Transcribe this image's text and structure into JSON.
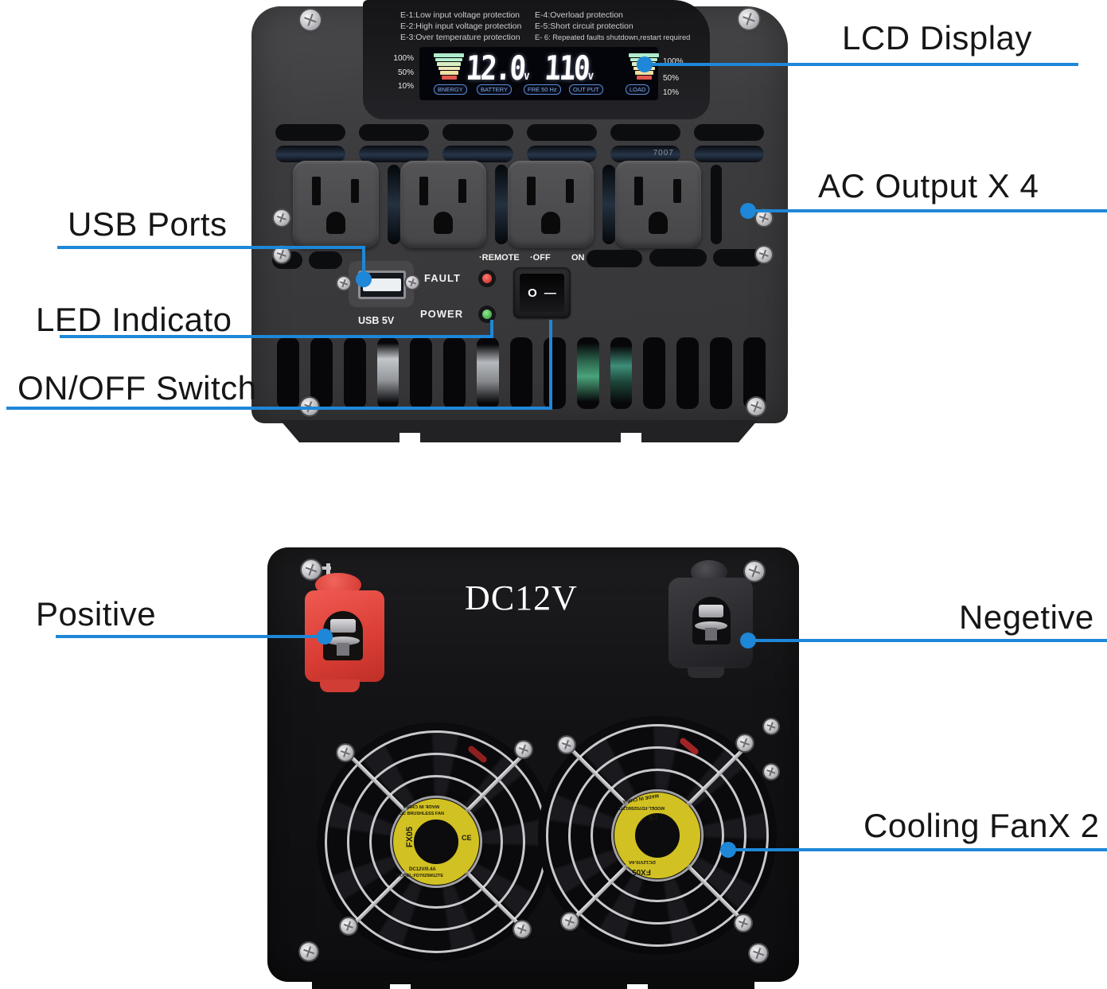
{
  "callouts": {
    "lcd": "LCD Display",
    "ac": "AC Output X 4",
    "usb": "USB Ports",
    "led": "LED Indicato",
    "switch": "ON/OFF Switch",
    "positive": "Positive",
    "negative": "Negetive",
    "fan": "Cooling FanX 2"
  },
  "front": {
    "errors": [
      "E-1:Low input voltage protection",
      "E-2:High input voltage protection",
      "E-3:Over temperature protection",
      "E-4:Overload protection",
      "E-5:Short circuit protection",
      "E- 6: Repeated faults shutdown,restart required"
    ],
    "lcd": {
      "scale_left": [
        "100%",
        "50%",
        "10%"
      ],
      "scale_right": [
        "100%",
        "50%",
        "10%"
      ],
      "battery_value": "12.0",
      "battery_unit": "v",
      "output_value": "110",
      "output_unit": "v",
      "tags": [
        "BNERGY",
        "BATTERY",
        "FRE 50 Hz",
        "OUT PUT",
        "LOAD"
      ]
    },
    "vent_marking": "7007",
    "controls": {
      "remote": "·REMOTE",
      "off": "·OFF",
      "on": "ON",
      "fault": "FAULT",
      "power": "POWER",
      "usb": "USB 5V",
      "switch_on": "O",
      "switch_off": "—"
    }
  },
  "rear": {
    "dc": "DC12V",
    "fan": {
      "brand": "FX05",
      "type": "DC BRUSHLESS FAN",
      "spec": "DC12V/0.4A",
      "model": "MODEL:FD7025M12TE",
      "origin": "MADE IN CHINA",
      "ce": "CE"
    }
  },
  "colors": {
    "callout_blue": "#1e87d8",
    "led_red": "#c0241c",
    "led_green": "#2d9432",
    "terminal_red": "#dc4037",
    "fan_label_yellow": "#d2c122",
    "lcd_bar_green": "#aeeccd",
    "lcd_bar_yellow": "#efe6b0",
    "lcd_bar_red": "#e4574d",
    "lcd_tag_blue": "#86abe8"
  }
}
